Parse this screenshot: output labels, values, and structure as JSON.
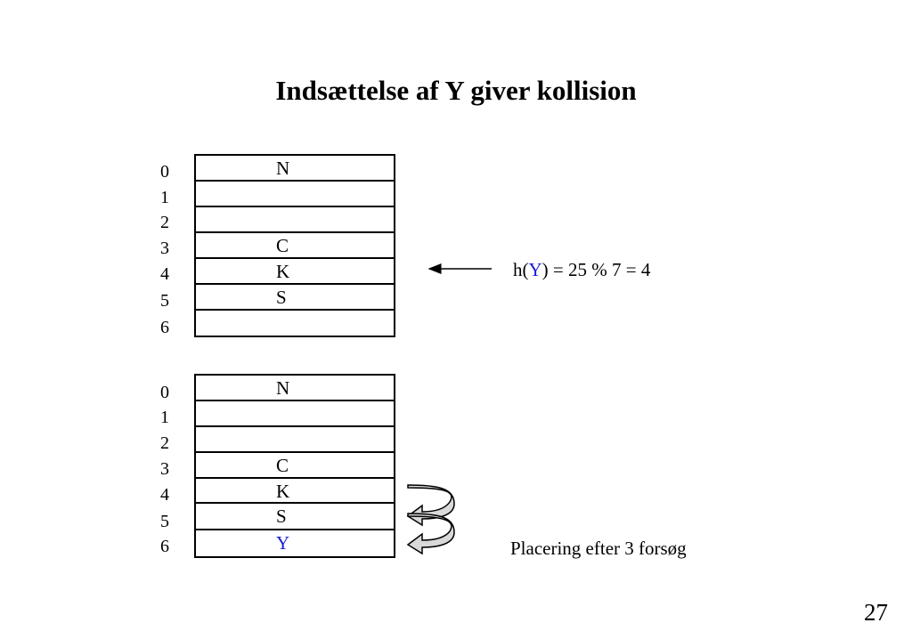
{
  "title": "Indsættelse af Y giver kollision",
  "indices": [
    "0",
    "1",
    "2",
    "3",
    "4",
    "5",
    "6"
  ],
  "table_before": [
    "N",
    "",
    "",
    "C",
    "K",
    "S",
    ""
  ],
  "table_after": [
    "N",
    "",
    "",
    "C",
    "K",
    "S",
    "Y"
  ],
  "formula": {
    "prefix": "h(",
    "key": "Y",
    "suffix": ") = 25 % 7 = 4"
  },
  "caption": "Placering efter 3 forsøg",
  "page_number": "27",
  "colors": {
    "highlight": "#1a1ad6",
    "probe_arrow_fill": "#d9d9d9"
  }
}
